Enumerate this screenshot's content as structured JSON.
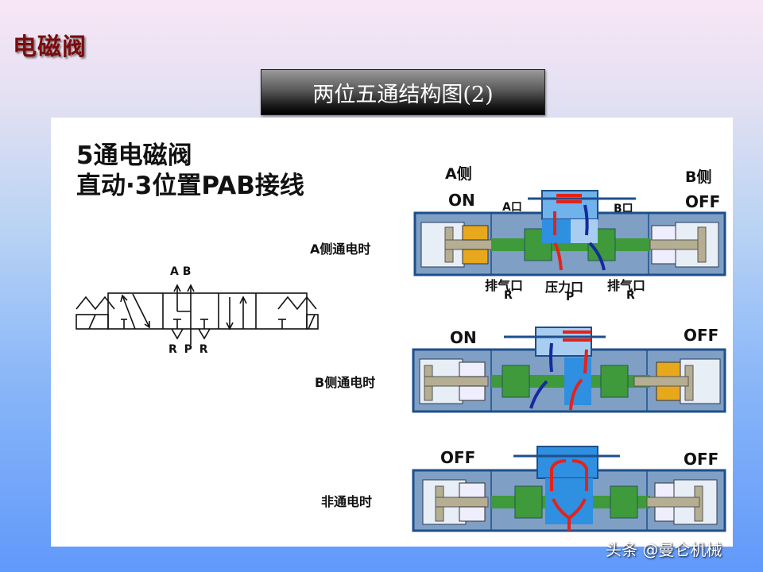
{
  "slide": {
    "title": "电磁阀",
    "subtitle": "两位五通结构图(2)"
  },
  "figure": {
    "heading_line1": "5通电磁阀",
    "heading_line2": "直动·3位置PAB接线",
    "symbol": {
      "top_ports": "A B",
      "bottom_ports": "R P R"
    },
    "rows": [
      {
        "label": "A侧通电时",
        "left_header": "A侧",
        "right_header": "B侧",
        "left_state": "ON",
        "right_state": "OFF",
        "port_a": "A口",
        "port_b": "B口",
        "exhaust_left": "排气口",
        "exhaust_left_code": "R",
        "pressure": "压力口",
        "pressure_code": "P",
        "exhaust_right": "排气口",
        "exhaust_right_code": "R"
      },
      {
        "label": "B侧通电时",
        "left_state": "ON",
        "right_state": "OFF"
      },
      {
        "label": "非通电时",
        "left_state": "OFF",
        "right_state": "OFF"
      }
    ]
  },
  "colors": {
    "title": "#7a0c0c",
    "valve_body": "#7f9fc4",
    "valve_border": "#1d4f8c",
    "spool": "#3e9a3a",
    "coil_on": "#e8a81c",
    "flow_pressure": "#e2231a",
    "flow_exhaust": "#142a9c",
    "channel_active": "#2f8fe0"
  },
  "watermark": "头条 @曼仑机械"
}
